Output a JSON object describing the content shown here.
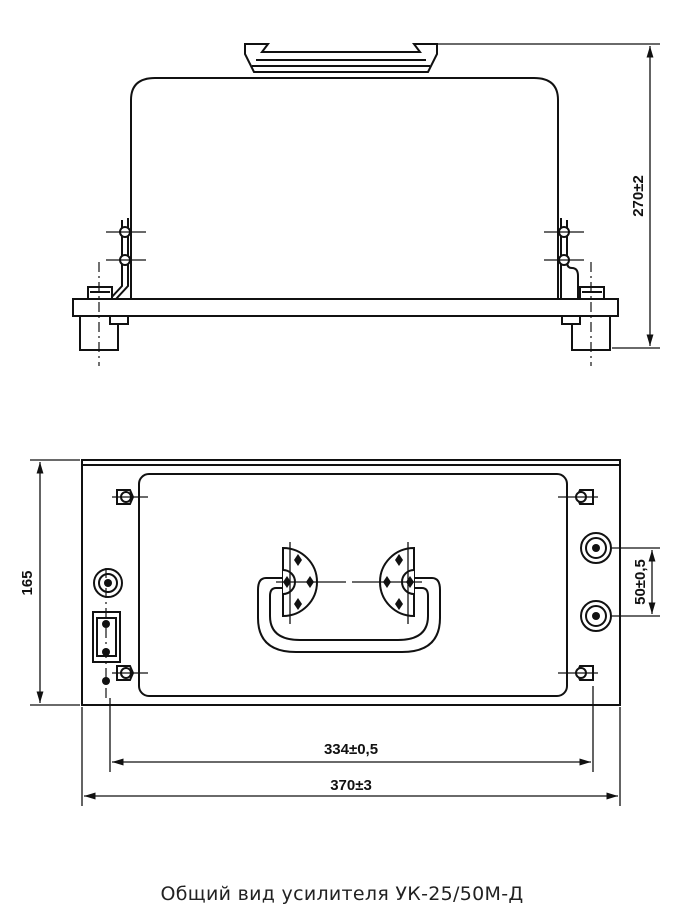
{
  "caption": "Общий вид усилителя УК-25/50М-Д",
  "dimensions": {
    "height": "270±2",
    "width_depth": "165",
    "hole_spacing": "50±0,5",
    "inner_length": "334±0,5",
    "overall_length": "370±3"
  },
  "colors": {
    "line": "#111111",
    "background": "#ffffff"
  }
}
